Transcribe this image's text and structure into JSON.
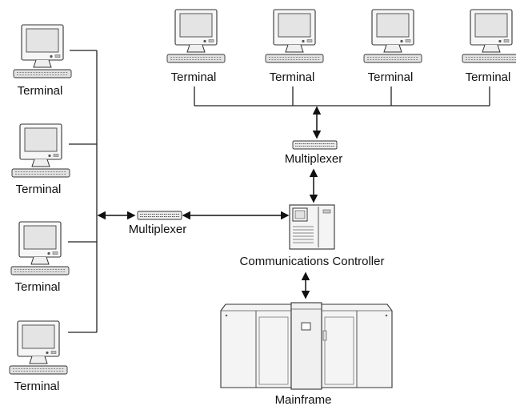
{
  "top_terminals": [
    {
      "label": "Terminal",
      "icon": "terminal-icon"
    },
    {
      "label": "Terminal",
      "icon": "terminal-icon"
    },
    {
      "label": "Terminal",
      "icon": "terminal-icon"
    },
    {
      "label": "Terminal",
      "icon": "terminal-icon"
    }
  ],
  "left_terminals": [
    {
      "label": "Terminal",
      "icon": "terminal-icon"
    },
    {
      "label": "Terminal",
      "icon": "terminal-icon"
    },
    {
      "label": "Terminal",
      "icon": "terminal-icon"
    },
    {
      "label": "Terminal",
      "icon": "terminal-icon"
    }
  ],
  "top_multiplexer": {
    "label": "Multiplexer",
    "icon": "multiplexer-icon"
  },
  "left_multiplexer": {
    "label": "Multiplexer",
    "icon": "multiplexer-icon"
  },
  "controller": {
    "label": "Communications Controller",
    "icon": "communications-controller-icon"
  },
  "mainframe": {
    "label": "Mainframe",
    "icon": "mainframe-icon"
  },
  "colors": {
    "line": "#222222",
    "device_fill": "#f4f4f4",
    "screen": "#e2e2e2"
  }
}
